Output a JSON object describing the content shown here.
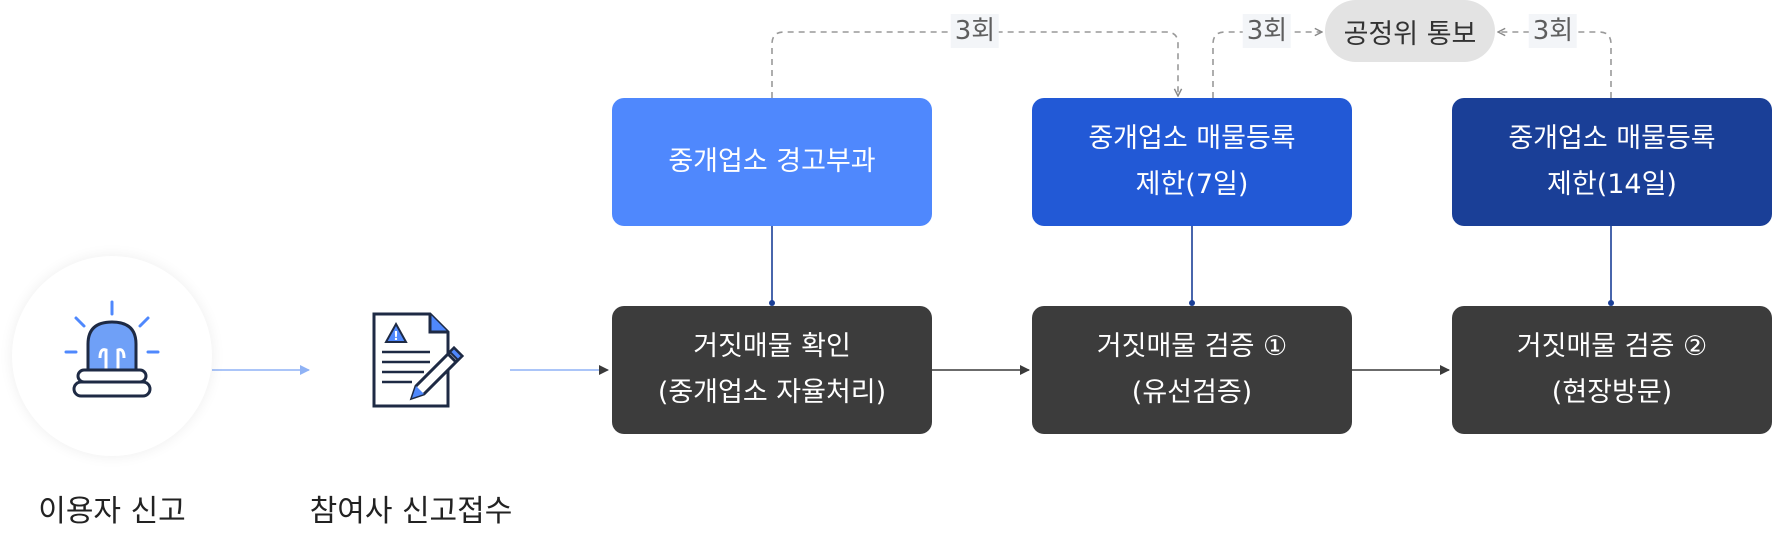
{
  "steps": {
    "user_report": "이용자 신고",
    "partner_receipt": "참여사 신고접수"
  },
  "penalties": {
    "warning": [
      "중개업소 경고부과"
    ],
    "restrict7": [
      "중개업소 매물등록",
      "제한(7일)"
    ],
    "restrict14": [
      "중개업소 매물등록",
      "제한(14일)"
    ]
  },
  "checks": {
    "confirm": [
      "거짓매물 확인",
      "(중개업소 자율처리)"
    ],
    "verify1": [
      "거짓매물 검증 ①",
      "(유선검증)"
    ],
    "verify2": [
      "거짓매물 검증 ②",
      "(현장방문)"
    ]
  },
  "escalation": {
    "count1": "3회",
    "count2": "3회",
    "count3": "3회",
    "notify": "공정위 통보"
  },
  "colors": {
    "warning": "#4f88fd",
    "restrict7": "#2259d6",
    "restrict14": "#1a3f97",
    "check": "#3c3c3c",
    "notify_bg": "#e3e3e3",
    "icon_blue": "#4f88fd"
  }
}
